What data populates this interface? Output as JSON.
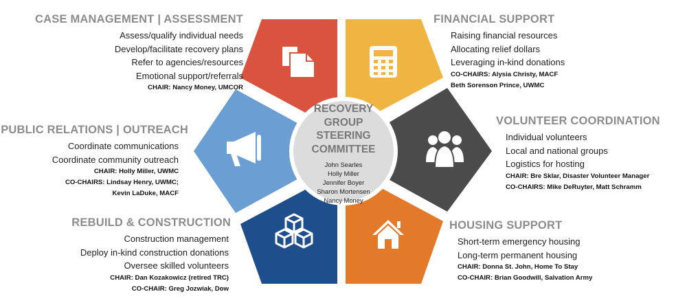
{
  "center": {
    "title_lines": [
      "RECOVERY",
      "GROUP",
      "STEERING",
      "COMMITTEE"
    ],
    "members": [
      "John Searles",
      "Holly Miller",
      "Jennifer Boyer",
      "Sharon Mortensen",
      "Nancy Money"
    ]
  },
  "segments": {
    "case_management": {
      "color": "#d9533e",
      "icon": "document-icon",
      "title": "CASE MANAGEMENT | ASSESSMENT",
      "items": [
        "Assess/qualify individual needs",
        "Develop/facilitate recovery plans",
        "Refer to agencies/resources",
        "Emotional support/referrals"
      ],
      "chairs": [
        "CHAIR: Nancy Money, UMCOR"
      ]
    },
    "financial_support": {
      "color": "#f0b442",
      "icon": "calculator-icon",
      "title": "FINANCIAL SUPPORT",
      "items": [
        "Raising financial resources",
        "Allocating relief dollars",
        "Leveraging in-kind donations"
      ],
      "chairs": [
        "CO-CHAIRS: Alysia Christy, MACF",
        "Beth Sorenson Prince, UWMC"
      ]
    },
    "volunteer_coordination": {
      "color": "#4b4b4b",
      "icon": "people-group-icon",
      "title": "VOLUNTEER COORDINATION",
      "items": [
        "Individual volunteers",
        "Local and national groups",
        "Logistics for hosting"
      ],
      "chairs": [
        "CHAIR: Bre Sklar, Disaster Volunteer Manager",
        "CO-CHAIRS: Mike DeRuyter, Matt Schramm"
      ]
    },
    "housing_support": {
      "color": "#e37a29",
      "icon": "house-icon",
      "title": "HOUSING SUPPORT",
      "items": [
        "Short-term emergency housing",
        "Long-term permanent housing"
      ],
      "chairs": [
        "CHAIR: Donna St. John, Home To Stay",
        "CO-CHAIR: Brian Goodwill, Salvation Army"
      ]
    },
    "rebuild_construction": {
      "color": "#1f4e8c",
      "icon": "boxes-icon",
      "title": "REBUILD & CONSTRUCTION",
      "items": [
        "Construction management",
        "Deploy in-kind construction donations",
        "Oversee skilled volunteers"
      ],
      "chairs": [
        "CHAIR: Dan Kozakowicz (retired TRC)",
        "CO-CHAIR: Greg Jozwiak, Dow"
      ]
    },
    "public_relations": {
      "color": "#6b9fd4",
      "icon": "megaphone-icon",
      "title": "PUBLIC RELATIONS | OUTREACH",
      "items": [
        "Coordinate communications",
        "Coordinate community outreach"
      ],
      "chairs": [
        "CHAIR: Holly Miller, UWMC",
        "CO-CHAIRS: Lindsay Henry, UWMC;",
        "Kevin LaDuke, MACF"
      ]
    }
  }
}
